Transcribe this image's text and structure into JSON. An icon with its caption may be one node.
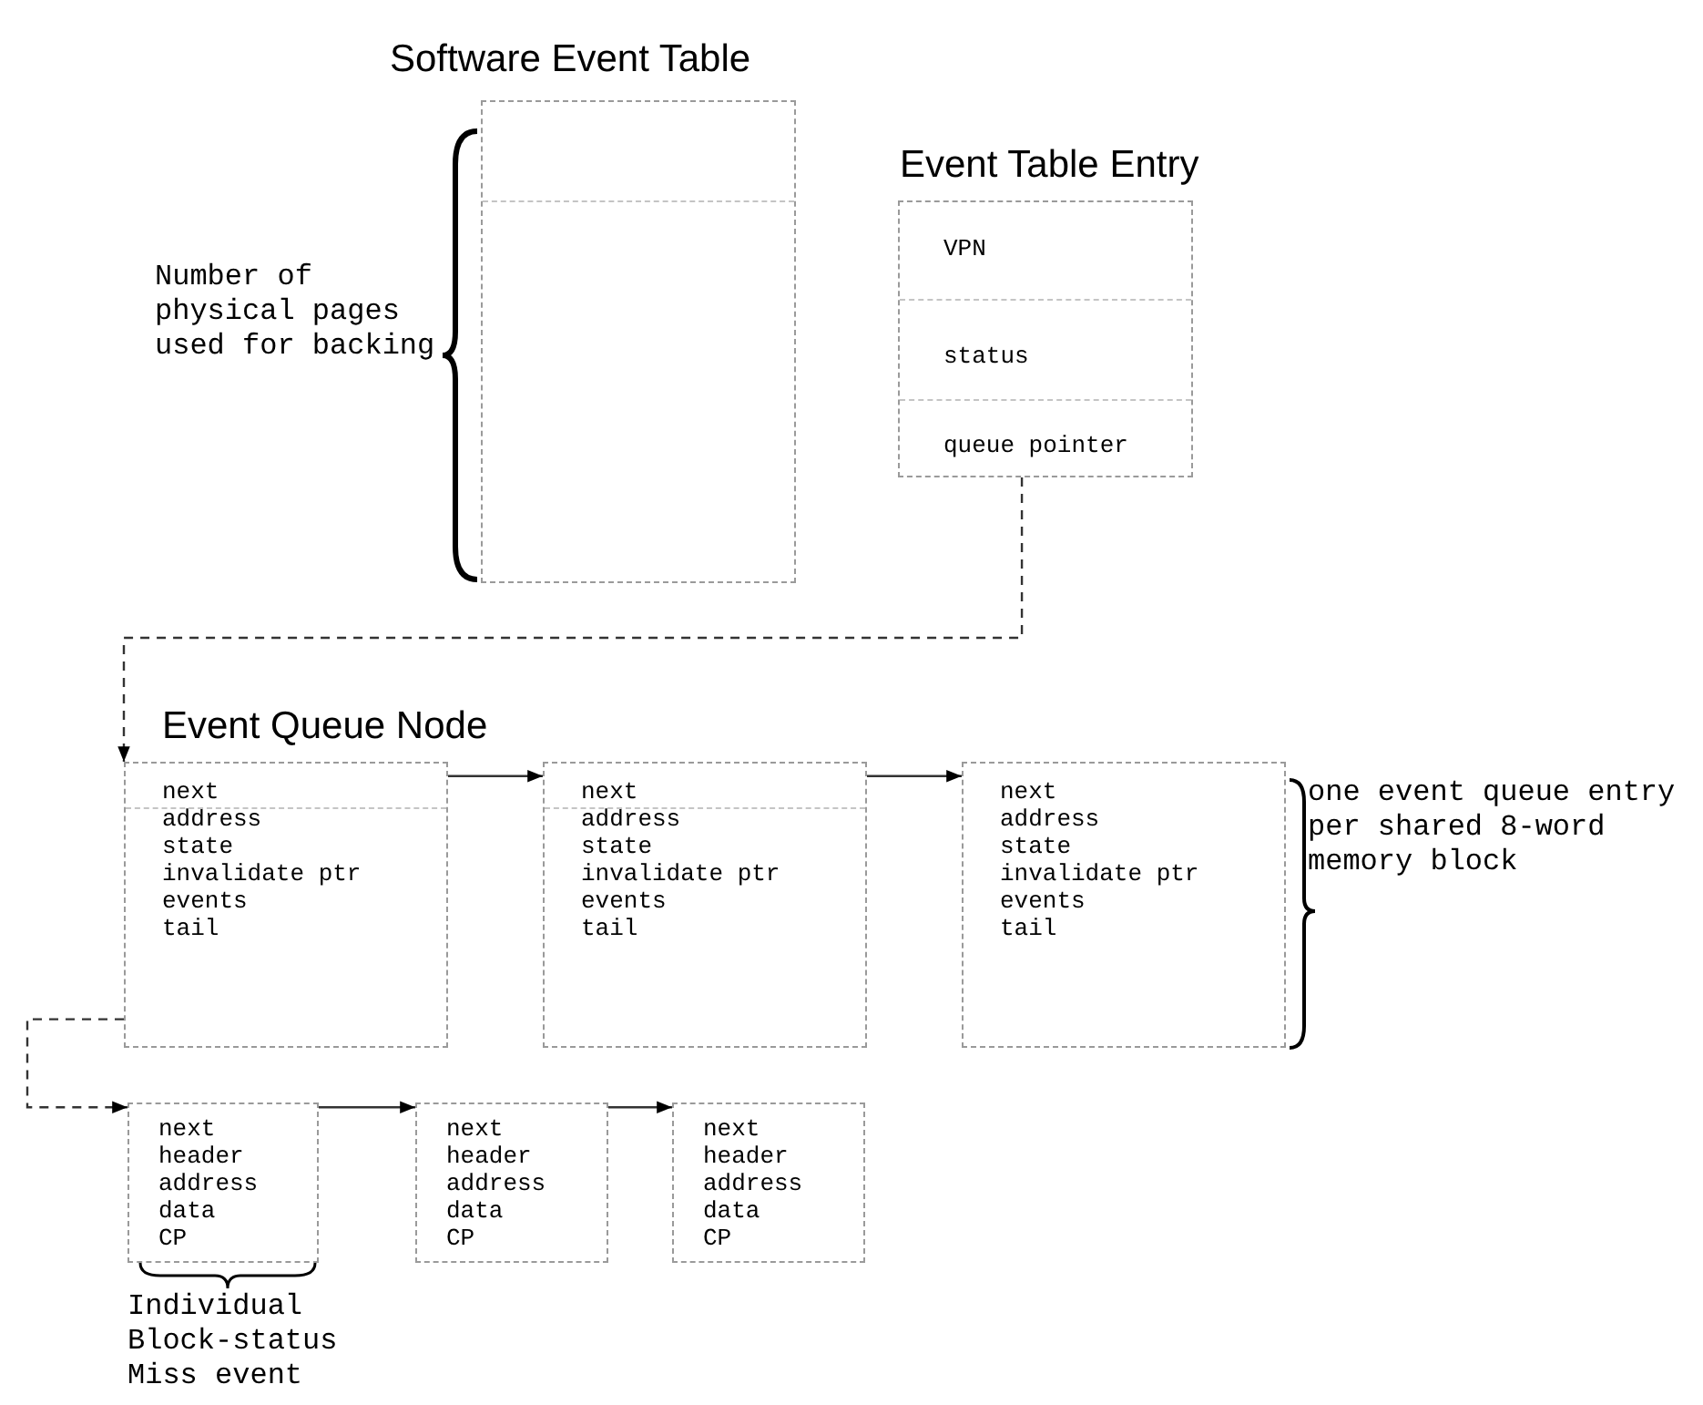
{
  "diagram": {
    "nodes": [
      {
        "text": [
          "Software Event Table"
        ]
      },
      {
        "text": [
          "Event Table Entry",
          "VPN",
          "status",
          "queue pointer"
        ]
      },
      {
        "text": [
          "Event Queue Node",
          "next",
          "address",
          "state",
          "invalidate ptr",
          "events",
          "tail"
        ]
      },
      {
        "text": [
          "next",
          "address",
          "state",
          "invalidate ptr",
          "events",
          "tail"
        ]
      },
      {
        "text": [
          "next",
          "address",
          "state",
          "invalidate ptr",
          "events",
          "tail"
        ]
      },
      {
        "text": [
          "next",
          "header",
          "address",
          "data",
          "CP"
        ]
      },
      {
        "text": [
          "next",
          "header",
          "address",
          "data",
          "CP"
        ]
      },
      {
        "text": [
          "next",
          "header",
          "address",
          "data",
          "CP"
        ]
      }
    ],
    "edges": [
      {
        "from": 1,
        "to": 2,
        "arrow": "to",
        "style": "dashed"
      },
      {
        "from": 2,
        "to": 3,
        "arrow": "to"
      },
      {
        "from": 3,
        "to": 4,
        "arrow": "to"
      },
      {
        "from": 2,
        "to": 5,
        "arrow": "to",
        "style": "dashed"
      },
      {
        "from": 5,
        "to": 6,
        "arrow": "to"
      },
      {
        "from": 6,
        "to": 7,
        "arrow": "to"
      }
    ],
    "labels": [
      "Number of physical pages used for backing",
      "one event queue entry per shared 8-word memory block",
      "Individual Block-status Miss event"
    ]
  }
}
